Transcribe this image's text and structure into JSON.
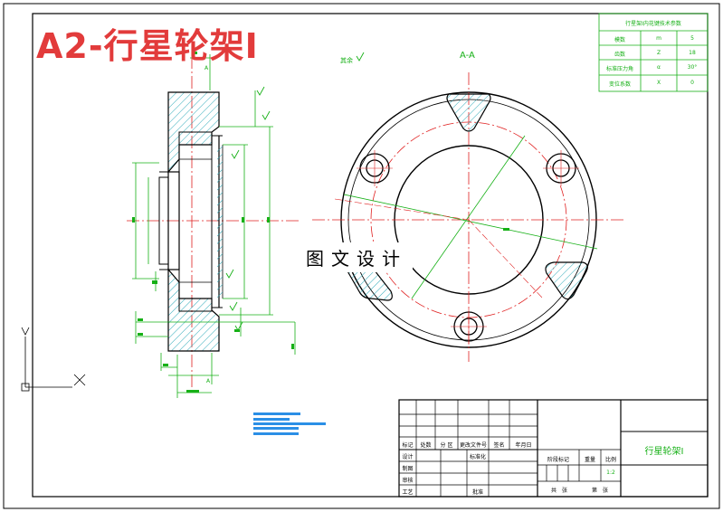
{
  "title": "A2-行星轮架I",
  "watermark": "图文设计",
  "section_label": "A-A",
  "roughness_note": "其余",
  "view_marks": {
    "a_top": "A",
    "a_bottom": "A"
  },
  "param_table": {
    "header": "行星架Ⅰ内花键技术参数",
    "rows": [
      [
        "模数",
        "m",
        "5"
      ],
      [
        "齿数",
        "Z",
        "18"
      ],
      [
        "标准压力角",
        "α",
        "30°"
      ],
      [
        "变位系数",
        "X",
        "0"
      ]
    ]
  },
  "title_block": {
    "part_name": "行星轮架I",
    "scale": "1:2",
    "labels": {
      "mark": "标记",
      "count": "处数",
      "zone": "分 区",
      "change_doc": "更改文件号",
      "sign": "签名",
      "date": "年月日",
      "design": "设计",
      "standardize": "标准化",
      "draw": "制图",
      "review": "审核",
      "process": "工艺",
      "approve": "批准",
      "stage_mark": "阶段标记",
      "weight": "重量",
      "ratio": "比例",
      "total": "共　张",
      "sheet": "第　张"
    }
  },
  "colors": {
    "outline": "#000000",
    "dimension": "#16b016",
    "centerline": "#e02020",
    "hatch": "#2aa8b8",
    "title_red": "#e23b3b",
    "blue_note": "#2b8fe6"
  }
}
